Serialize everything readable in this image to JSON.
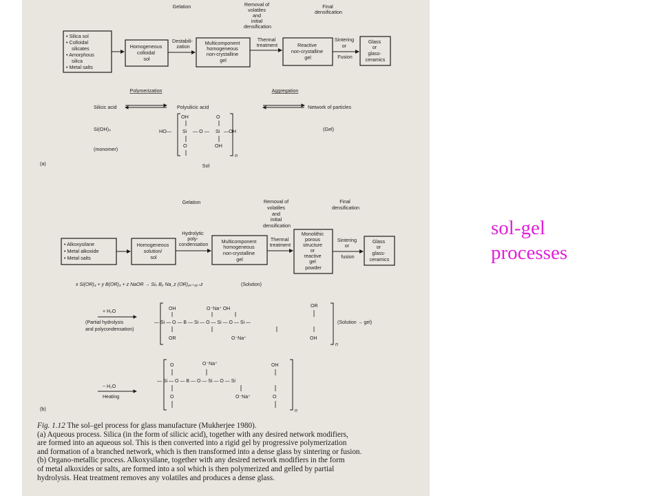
{
  "colors": {
    "scan_background": "#e9e6df",
    "ink": "#1b1b1b",
    "title": "#e020d8"
  },
  "slide": {
    "title_lines": [
      "sol-gel",
      "processes"
    ]
  },
  "figure": {
    "a": {
      "panel_label": "(a)",
      "headers": {
        "gelation": "Gelation",
        "removal": [
          "Removal of",
          "volatiles",
          "and",
          "initial",
          "densification"
        ],
        "final": [
          "Final",
          "densification"
        ]
      },
      "boxes": {
        "inputs": [
          "• Silica sol",
          "• Colloidal",
          "silicates",
          "• Amorphous",
          "silica",
          "• Metal salts"
        ],
        "sol": [
          "Homogeneous",
          "colloidal",
          "sol"
        ],
        "gel": [
          "Multicomponent",
          "homogeneous",
          "non-crystalline",
          "gel"
        ],
        "reactive": [
          "Reactive",
          "non-crystalline",
          "gel"
        ],
        "glass": [
          "Glass",
          "or",
          "glass-",
          "ceramics"
        ]
      },
      "arrow_labels": {
        "destabilization": [
          "Destabili-",
          "zation"
        ],
        "thermal": [
          "Thermal",
          "treatment"
        ],
        "sintering": [
          "Sintering",
          "or",
          "Fusion"
        ]
      },
      "chem": {
        "polymerization": "Polymerization",
        "aggregation": "Aggregation",
        "silicic_acid": "Silicic acid",
        "polysilicic_acid": "Polysilicic acid",
        "network": "Network of particles",
        "sioh4": "Si(OH)₄",
        "monomer": "(monomer)",
        "gel": "(Gel)",
        "sol": "Sol",
        "struct": {
          "top": [
            "OH",
            "O"
          ],
          "ho": "HO—",
          "mid": [
            "Si",
            "— O —",
            "Si",
            "—OH"
          ],
          "bottom_o": "O",
          "oh": "OH",
          "n": "n"
        }
      }
    },
    "b": {
      "panel_label": "(b)",
      "headers": {
        "gelation": "Gelation",
        "removal": [
          "Removal of",
          "volatiles",
          "and",
          "initial",
          "densification"
        ],
        "final": [
          "Final",
          "densification"
        ]
      },
      "boxes": {
        "inputs": [
          "• Alkoxysilane",
          "• Metal alkoxide",
          "• Metal salts"
        ],
        "sol": [
          "Homogeneous",
          "solution/",
          "sol"
        ],
        "gel": [
          "Multicomponent",
          "homogeneous",
          "non-crystalline",
          "gel"
        ],
        "monolithic": [
          "Monolithic",
          "porous",
          "structure",
          "or",
          "reactive",
          "gel",
          "powder"
        ],
        "glass": [
          "Glass",
          "or",
          "glass-",
          "ceramics"
        ]
      },
      "arrow_labels": {
        "hydrolytic": [
          "Hydrolytic",
          "poly-",
          "condensation"
        ],
        "thermal": [
          "Thermal",
          "treatment"
        ],
        "sintering": [
          "Sintering",
          "or",
          "fusion"
        ]
      },
      "reaction": {
        "equation": "x Si(OR)₄ + y B(OR)₃ + z NaOR → Siₓ Bᵧ Na_z (OR)₄ₓ₊₃ᵧ₊z",
        "solution": "(Solution)",
        "h2o_plus": "+ H₂O",
        "partial": [
          "(Partial hydrolysis",
          "and polycondensation)"
        ],
        "sol_to_gel": "(Solution → gel)",
        "h2o_minus": "− H₂O",
        "heating": "Heating",
        "struct1": {
          "top": [
            "OH",
            "O⁻Na⁺ OH",
            "OR"
          ],
          "row": "— Si — O — B — Si — O — Si — O — Si —",
          "bottom": [
            "OR",
            "O⁻Na⁺",
            "OH"
          ],
          "n": "n"
        },
        "struct2": {
          "top": [
            "O",
            "O⁻Na⁺",
            "OH"
          ],
          "row": "— Si — O — B — O — Si — O — Si",
          "bottom": [
            "O",
            "O⁻Na⁺",
            "O"
          ],
          "n": "n"
        }
      }
    },
    "caption": {
      "title": "Fig. 1.12",
      "title_rest": "  The sol–gel process for glass manufacture (Mukherjee 1980).",
      "lines": [
        "(a) Aqueous process. Silica (in the form of silicic acid), together with any desired network modifiers,",
        "are formed into an aqueous sol. This is then converted into a rigid gel by progressive polymerization",
        "and formation of a branched network, which is then transformed into a dense glass by sintering or fusion.",
        "(b) Organo-metallic process. Alkoxysilane, together with any desired network modifiers in the form",
        "of metal alkoxides or salts, are formed into a sol which is then polymerized and gelled by partial",
        "hydrolysis. Heat treatment removes any volatiles and produces a dense glass."
      ]
    }
  }
}
